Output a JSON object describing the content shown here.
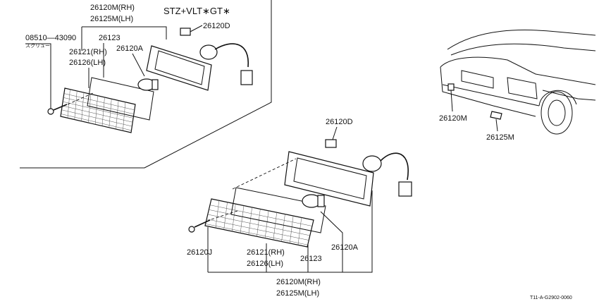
{
  "inset": {
    "variant_note": "STZ+VLT∗GT∗",
    "main_part_rh": "26120M(RH)",
    "main_part_lh": "26125M(LH)",
    "screw_part": "08510—43090",
    "screw_note": "スクリュー",
    "gasket_part": "26123",
    "lens_rh": "26121(RH)",
    "lens_lh": "26126(LH)",
    "bulb_part": "26120A",
    "socket_part": "26120D"
  },
  "main": {
    "socket_part": "26120D",
    "screw_part": "26120J",
    "lens_rh": "26121(RH)",
    "lens_lh": "26126(LH)",
    "gasket_part": "26123",
    "bulb_part": "26120A",
    "main_part_rh": "26120M(RH)",
    "main_part_lh": "26125M(LH)"
  },
  "car": {
    "lamp_rh": "26120M",
    "lamp_lh": "26125M"
  },
  "footer": {
    "drawing_code": "T11-A-G2902-0060"
  },
  "icons": [
    "screw-icon",
    "bulb-icon",
    "socket-icon",
    "connector-icon",
    "car-front-icon"
  ]
}
